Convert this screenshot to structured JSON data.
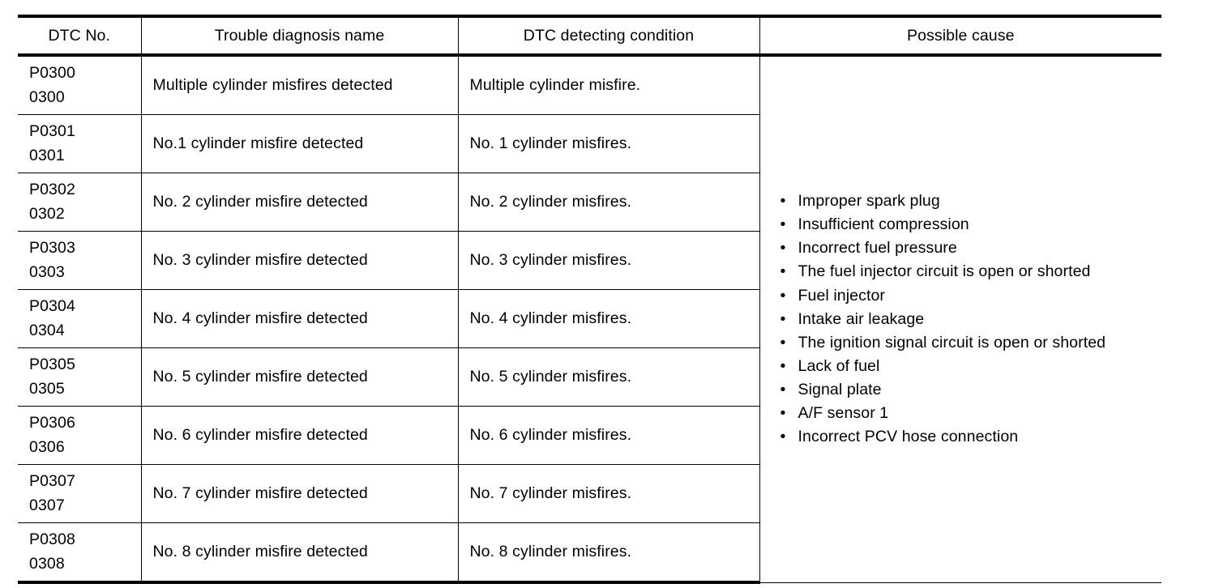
{
  "table": {
    "columns": [
      {
        "key": "dtc_no",
        "label": "DTC No."
      },
      {
        "key": "trouble_name",
        "label": "Trouble diagnosis name"
      },
      {
        "key": "detecting_condition",
        "label": "DTC detecting condition"
      },
      {
        "key": "possible_cause",
        "label": "Possible cause"
      }
    ],
    "rows": [
      {
        "dtc_primary": "P0300",
        "dtc_secondary": "0300",
        "trouble_name": "Multiple cylinder misfires detected",
        "detecting_condition": "Multiple cylinder misfire."
      },
      {
        "dtc_primary": "P0301",
        "dtc_secondary": "0301",
        "trouble_name": "No.1 cylinder misfire detected",
        "detecting_condition": "No. 1 cylinder misfires."
      },
      {
        "dtc_primary": "P0302",
        "dtc_secondary": "0302",
        "trouble_name": "No. 2 cylinder misfire detected",
        "detecting_condition": "No. 2 cylinder misfires."
      },
      {
        "dtc_primary": "P0303",
        "dtc_secondary": "0303",
        "trouble_name": "No. 3 cylinder misfire detected",
        "detecting_condition": "No. 3 cylinder misfires."
      },
      {
        "dtc_primary": "P0304",
        "dtc_secondary": "0304",
        "trouble_name": "No. 4 cylinder misfire detected",
        "detecting_condition": "No. 4 cylinder misfires."
      },
      {
        "dtc_primary": "P0305",
        "dtc_secondary": "0305",
        "trouble_name": "No. 5 cylinder misfire detected",
        "detecting_condition": "No. 5 cylinder misfires."
      },
      {
        "dtc_primary": "P0306",
        "dtc_secondary": "0306",
        "trouble_name": "No. 6 cylinder misfire detected",
        "detecting_condition": "No. 6 cylinder misfires."
      },
      {
        "dtc_primary": "P0307",
        "dtc_secondary": "0307",
        "trouble_name": "No. 7 cylinder misfire detected",
        "detecting_condition": "No. 7 cylinder misfires."
      },
      {
        "dtc_primary": "P0308",
        "dtc_secondary": "0308",
        "trouble_name": "No. 8 cylinder misfire detected",
        "detecting_condition": "No. 8 cylinder misfires."
      }
    ],
    "possible_cause": {
      "bullet_marker": "•",
      "items": [
        "Improper spark plug",
        "Insufficient compression",
        "Incorrect fuel pressure",
        "The fuel injector circuit is open or shorted",
        "Fuel injector",
        "Intake air leakage",
        "The ignition signal circuit is open or shorted",
        "Lack of fuel",
        "Signal plate",
        "A/F sensor 1",
        "Incorrect PCV hose connection"
      ]
    }
  },
  "colors": {
    "rule": "#000000",
    "text": "#000000",
    "background": "#ffffff"
  }
}
